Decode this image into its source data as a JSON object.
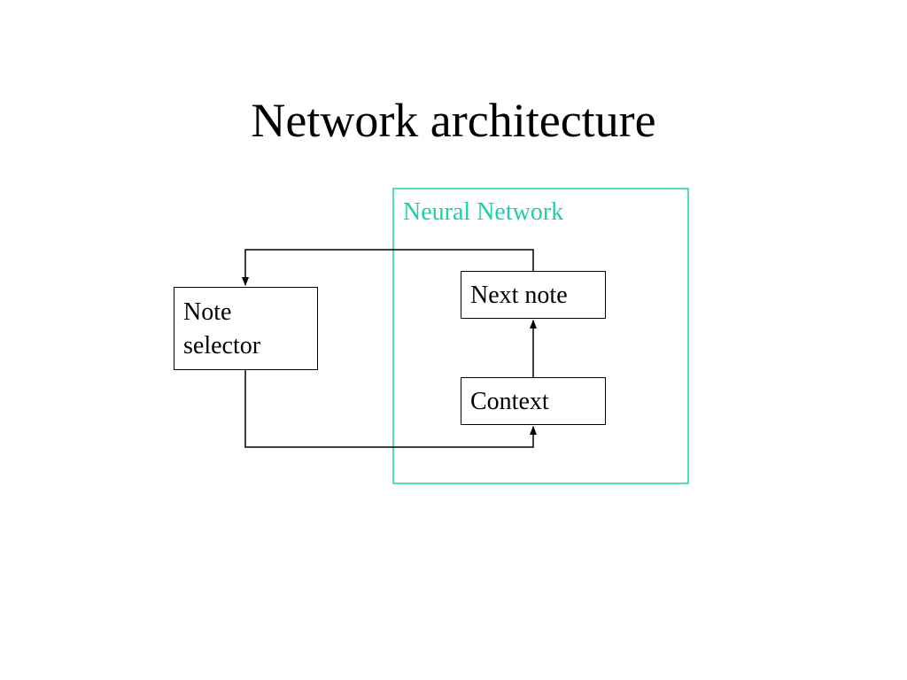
{
  "title": "Network architecture",
  "container": {
    "label": "Neural Network",
    "color": "#1ecfa6"
  },
  "nodes": {
    "note_selector": {
      "line1": "Note",
      "line2": "selector"
    },
    "next_note": {
      "label": "Next note"
    },
    "context": {
      "label": "Context"
    }
  },
  "edges": [
    {
      "from": "next_note",
      "to": "note_selector"
    },
    {
      "from": "note_selector",
      "to": "context"
    },
    {
      "from": "context",
      "to": "next_note"
    }
  ]
}
